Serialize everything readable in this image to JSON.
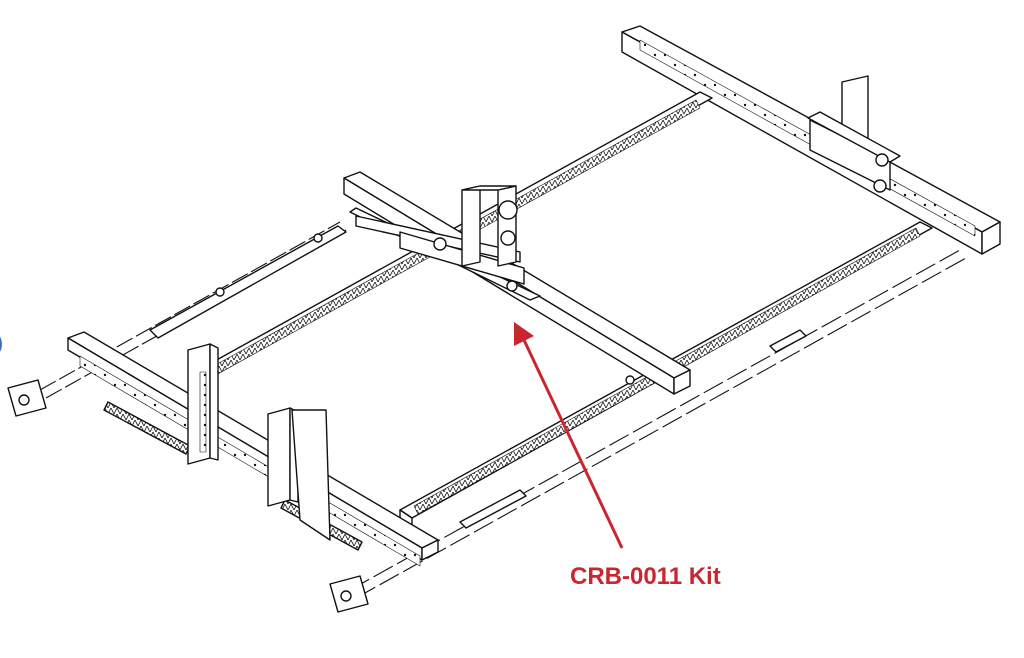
{
  "diagram": {
    "callout_label": "CRB-0011 Kit",
    "edge_fragment": ")",
    "colors": {
      "line": "#111111",
      "fill": "#ffffff",
      "callout": "#c9262f"
    },
    "parts": [
      "frame",
      "front-crossbar",
      "rear-crossbar",
      "left-rail",
      "right-rail",
      "left-track-rack",
      "right-track-rack",
      "gantry-crossbar",
      "gantry-upright",
      "cylinder",
      "callout-arrow"
    ]
  }
}
